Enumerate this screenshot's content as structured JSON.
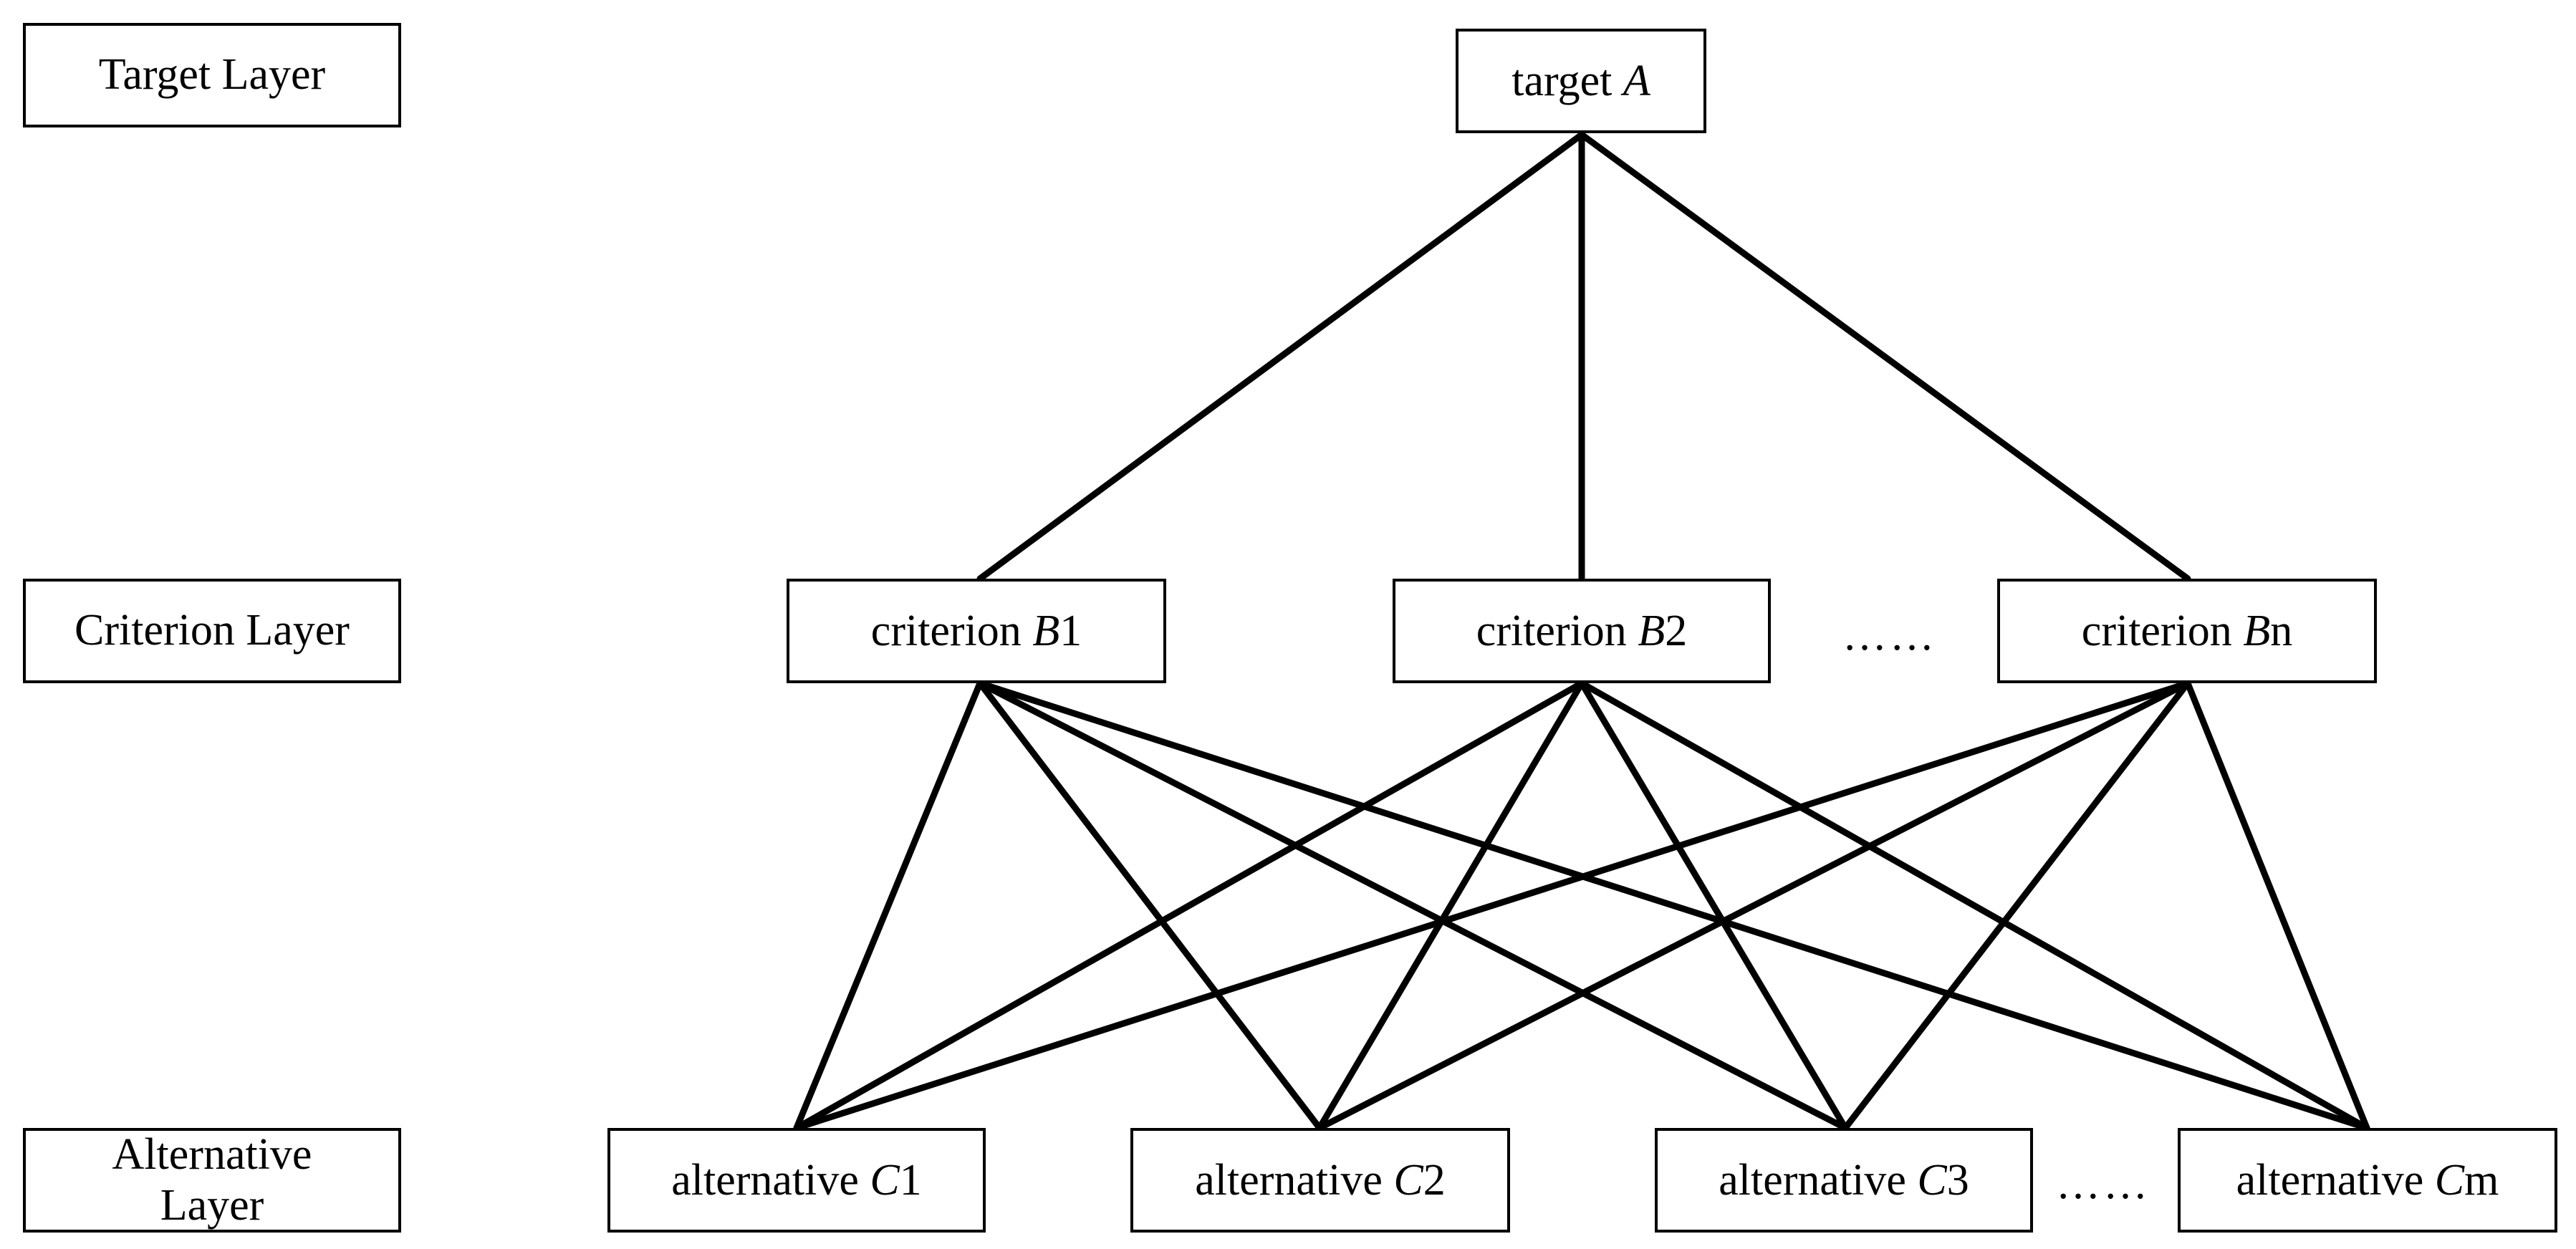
{
  "layers": {
    "target": "Target Layer",
    "criterion": "Criterion Layer",
    "alternative": "Alternative Layer"
  },
  "target": {
    "prefix": "target ",
    "var": "A",
    "suffix": ""
  },
  "criteria": [
    {
      "prefix": "criterion ",
      "var": "B",
      "suffix": "1"
    },
    {
      "prefix": "criterion ",
      "var": "B",
      "suffix": "2"
    },
    {
      "prefix": "criterion ",
      "var": "B",
      "suffix": "n"
    }
  ],
  "alternatives": [
    {
      "prefix": "alternative ",
      "var": "C",
      "suffix": "1"
    },
    {
      "prefix": "alternative ",
      "var": "C",
      "suffix": "2"
    },
    {
      "prefix": "alternative ",
      "var": "C",
      "suffix": "3"
    },
    {
      "prefix": "alternative ",
      "var": "C",
      "suffix": "m"
    }
  ],
  "ellipsis_criteria": "……",
  "ellipsis_alternatives": "……",
  "line_color": "#000000"
}
